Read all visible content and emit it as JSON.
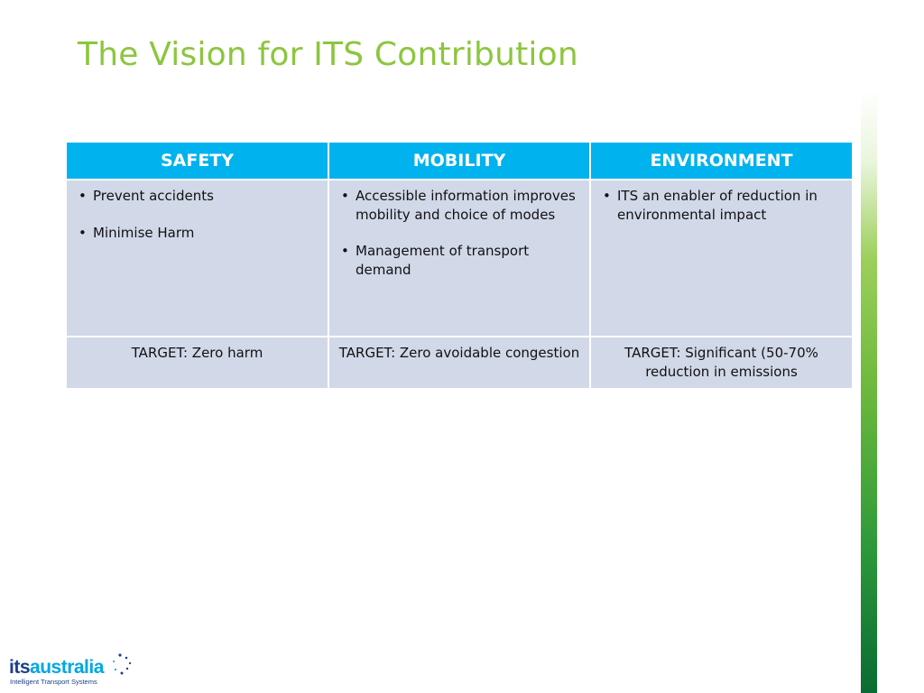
{
  "slide": {
    "title": "The Vision for ITS Contribution"
  },
  "table": {
    "headers": [
      "SAFETY",
      "MOBILITY",
      "ENVIRONMENT"
    ],
    "columns": [
      {
        "bullets": [
          "Prevent accidents",
          "Minimise Harm"
        ],
        "target": "TARGET:  Zero harm"
      },
      {
        "bullets": [
          "Accessible information improves mobility and choice of modes",
          "Management of transport demand"
        ],
        "target": "TARGET: Zero avoidable congestion"
      },
      {
        "bullets": [
          "ITS an enabler of reduction in environmental impact"
        ],
        "target": "TARGET: Significant (50-70% reduction in emissions"
      }
    ]
  },
  "logo": {
    "its": "its",
    "australia": "australia",
    "tagline": "Intelligent Transport Systems"
  },
  "colors": {
    "title": "#8cc63f",
    "header_bg": "#00b2ee",
    "cell_bg": "#d1d8e8",
    "accent_bar": "#2f9a3a"
  }
}
